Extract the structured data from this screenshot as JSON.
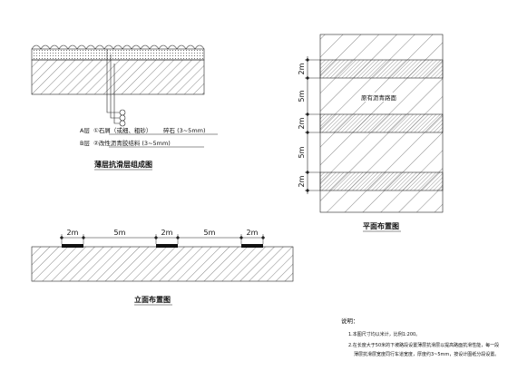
{
  "layers": {
    "section_title": "薄层抗滑层组成图",
    "label_a": "A层",
    "label_a_text": "①石屑（或细、粗砂）",
    "label_a_suffix": "碎石 (3~5mm)",
    "label_b": "B层",
    "label_b_text": "②改性沥青胶结料 (3~5mm)",
    "markers": [
      "①",
      "②",
      "③"
    ]
  },
  "elevation": {
    "title": "立面布置图",
    "dims": [
      "2m",
      "5m",
      "2m",
      "5m",
      "2m"
    ]
  },
  "plan": {
    "title": "平面布置图",
    "area_label": "原有沥青路面",
    "dims": [
      "2m",
      "5m",
      "2m",
      "5m",
      "2m"
    ]
  },
  "notes": {
    "heading": "说明：",
    "line1": "1.本图尺寸均以米计，比例1:200。",
    "line2": "2.在长度大于50米的下坡路段设置薄层抗滑层以提高路面抗滑性能，每一段",
    "line3": "薄层抗滑层宽度同行车道宽度，厚度约3~5mm，按设计图纸分段设置。"
  }
}
